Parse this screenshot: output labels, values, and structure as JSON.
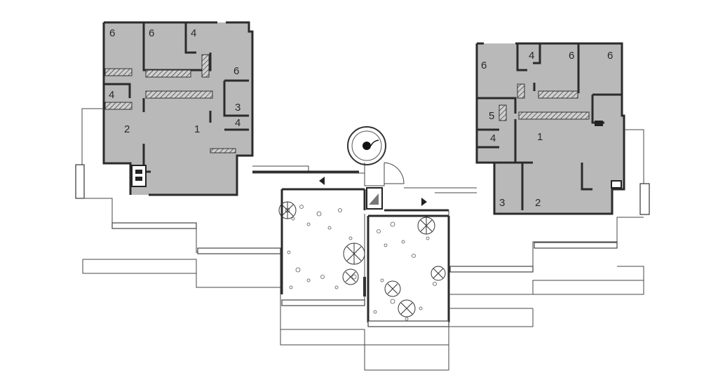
{
  "plan": {
    "colors": {
      "background": "#ffffff",
      "interior_fill": "#b9b9b9",
      "walls": "#2b2b2b",
      "lines": "#444444"
    },
    "left_unit": {
      "rooms": [
        {
          "id": "l-6a",
          "label": "6"
        },
        {
          "id": "l-6b",
          "label": "6"
        },
        {
          "id": "l-4a",
          "label": "4"
        },
        {
          "id": "l-6c",
          "label": "6"
        },
        {
          "id": "l-4b",
          "label": "4"
        },
        {
          "id": "l-3",
          "label": "3"
        },
        {
          "id": "l-4c",
          "label": "4"
        },
        {
          "id": "l-2",
          "label": "2"
        },
        {
          "id": "l-1",
          "label": "1"
        }
      ]
    },
    "right_unit": {
      "rooms": [
        {
          "id": "r-4",
          "label": "4"
        },
        {
          "id": "r-6a",
          "label": "6"
        },
        {
          "id": "r-6b",
          "label": "6"
        },
        {
          "id": "r-6c",
          "label": "6"
        },
        {
          "id": "r-5",
          "label": "5"
        },
        {
          "id": "r-4b",
          "label": "4"
        },
        {
          "id": "r-1",
          "label": "1"
        },
        {
          "id": "r-3",
          "label": "3"
        },
        {
          "id": "r-2",
          "label": "2"
        }
      ]
    }
  }
}
